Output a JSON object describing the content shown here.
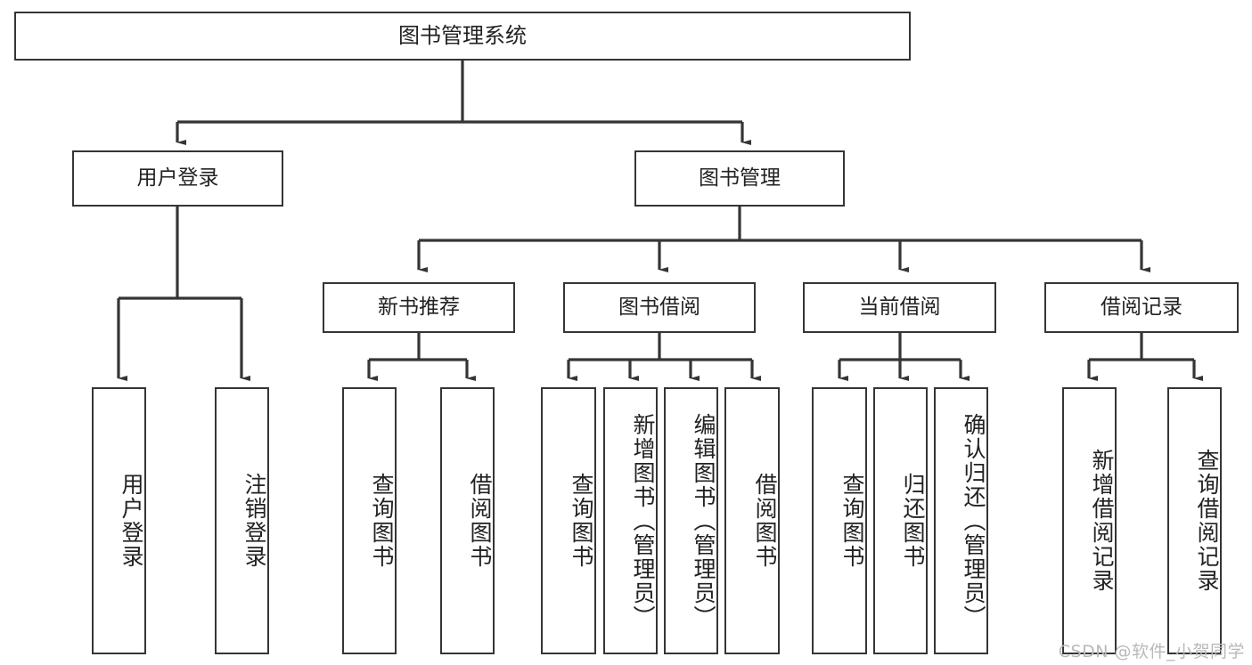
{
  "diagram": {
    "title": "图书管理系统",
    "type": "tree-diagram",
    "watermark": "CSDN @软件_小贺同学",
    "colors": {
      "stroke": "#353535",
      "text": "#222222",
      "background": "#ffffff",
      "watermark": "#b9b9b9"
    },
    "root": {
      "label": "图书管理系统"
    },
    "level2": [
      {
        "id": "user-login",
        "label": "用户登录"
      },
      {
        "id": "book-manage",
        "label": "图书管理"
      }
    ],
    "level3": [
      {
        "id": "new-book-rec",
        "label": "新书推荐"
      },
      {
        "id": "book-borrow",
        "label": "图书借阅"
      },
      {
        "id": "current-borrow",
        "label": "当前借阅"
      },
      {
        "id": "borrow-record",
        "label": "借阅记录"
      }
    ],
    "leaves": [
      {
        "id": "leaf-user-login",
        "label": "用户登录",
        "parent": "user-login"
      },
      {
        "id": "leaf-logout-login",
        "label": "注销登录",
        "parent": "user-login"
      },
      {
        "id": "leaf-query-book-1",
        "label": "查询图书",
        "parent": "new-book-rec"
      },
      {
        "id": "leaf-borrow-book-1",
        "label": "借阅图书",
        "parent": "new-book-rec"
      },
      {
        "id": "leaf-query-book-2",
        "label": "查询图书",
        "parent": "book-borrow"
      },
      {
        "id": "leaf-add-book",
        "label": "新增图书（管理员）",
        "parent": "book-borrow"
      },
      {
        "id": "leaf-edit-book",
        "label": "编辑图书（管理员）",
        "parent": "book-borrow"
      },
      {
        "id": "leaf-borrow-book-2",
        "label": "借阅图书",
        "parent": "book-borrow"
      },
      {
        "id": "leaf-query-book-3",
        "label": "查询图书",
        "parent": "current-borrow"
      },
      {
        "id": "leaf-return-book",
        "label": "归还图书",
        "parent": "current-borrow"
      },
      {
        "id": "leaf-confirm-return",
        "label": "确认归还（管理员）",
        "parent": "current-borrow"
      },
      {
        "id": "leaf-add-record",
        "label": "新增借阅记录",
        "parent": "borrow-record"
      },
      {
        "id": "leaf-query-record",
        "label": "查询借阅记录",
        "parent": "borrow-record"
      }
    ]
  }
}
